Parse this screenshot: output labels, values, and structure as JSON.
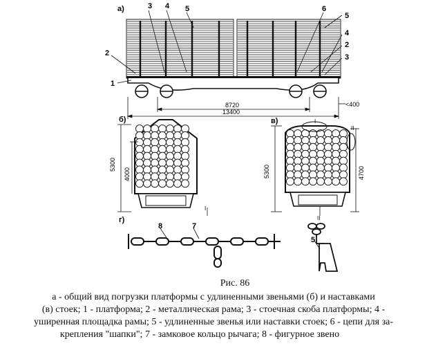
{
  "labels": {
    "view_a": "а)",
    "view_b": "б)",
    "view_v": "в)",
    "view_g": "г)",
    "num1": "1",
    "num2": "2",
    "num3": "3",
    "num4": "4",
    "num5": "5",
    "num6": "6",
    "num7": "7",
    "num8": "8",
    "roman1": "I",
    "roman2": "II"
  },
  "dimensions": {
    "inner": "8720",
    "overall": "13400",
    "overhang": "<400",
    "height_b": "5300",
    "load_b": "4000",
    "height_v": "5300",
    "load_v": "4700"
  },
  "caption": {
    "title": "Рис. 86",
    "line1": "а - общий вид погрузки платформы с удлиненными звеньями (б) и наставками",
    "line2": "(в) стоек; 1 - платформа; 2 - металлическая рама; 3 - стоечная скоба платформы; 4 -",
    "line3": "уширенная площадка рамы; 5 - удлиненные звенья или наставки стоек; 6 - цепи для за-",
    "line4": "крепления \"шапки\"; 7 - замковое кольцо рычага; 8 - фигурное звено"
  }
}
